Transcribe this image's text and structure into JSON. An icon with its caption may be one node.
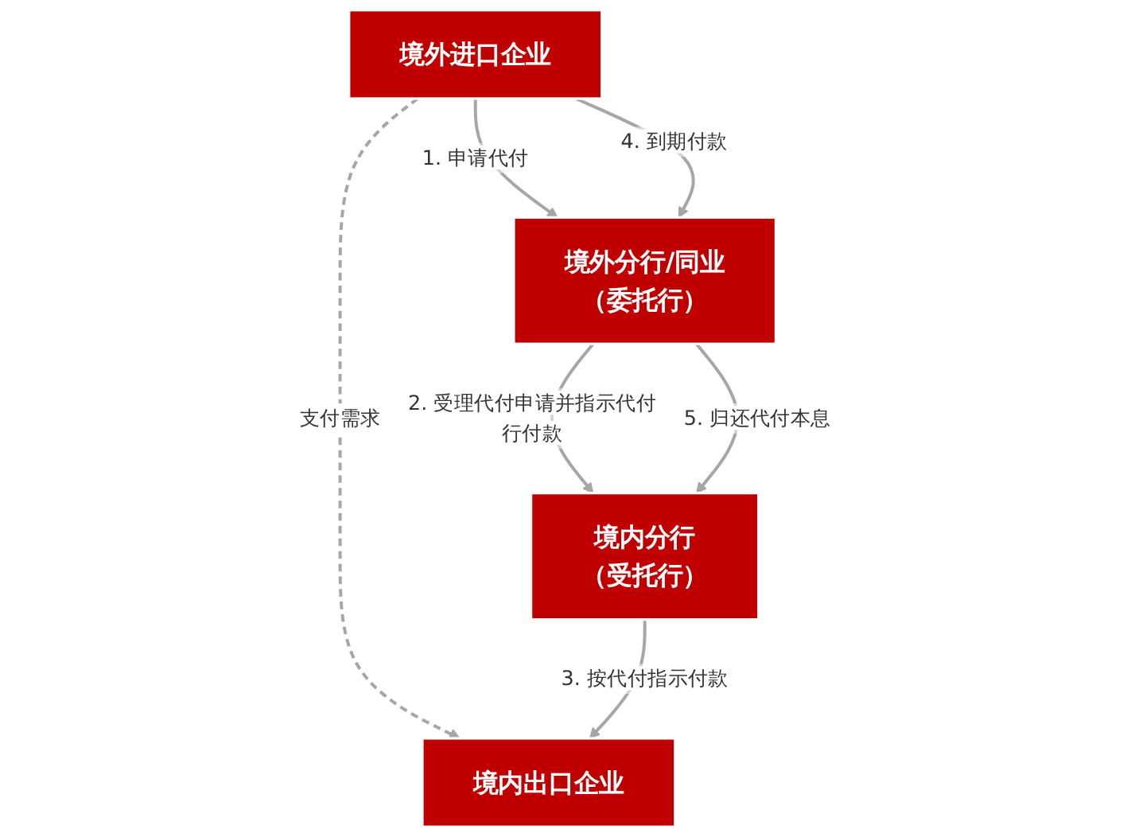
{
  "diagram": {
    "nodes": [
      {
        "text": [
          "境内出口企业"
        ]
      },
      {
        "text": [
          "境外进口企业"
        ]
      },
      {
        "text": [
          "境内分行",
          "（受托行）"
        ]
      },
      {
        "text": [
          "境外分行/同业",
          "（委托行）"
        ]
      }
    ],
    "edges": [
      {
        "from": 1,
        "to": 0,
        "arrow": "to",
        "label": "支付需求",
        "style": "dashed"
      },
      {
        "from": 1,
        "to": 3,
        "arrow": "to",
        "label": "1. 申请代付"
      },
      {
        "from": 1,
        "to": 3,
        "arrow": "to",
        "label": "4. 到期付款"
      },
      {
        "from": 3,
        "to": 2,
        "arrow": "to",
        "label": "2. 受理代付申请并指示代付行付款"
      },
      {
        "from": 2,
        "to": 0,
        "arrow": "to",
        "label": "3. 按代付指示付款"
      },
      {
        "from": 3,
        "to": 2,
        "arrow": "to",
        "label": "5. 归还代付本息"
      }
    ]
  }
}
